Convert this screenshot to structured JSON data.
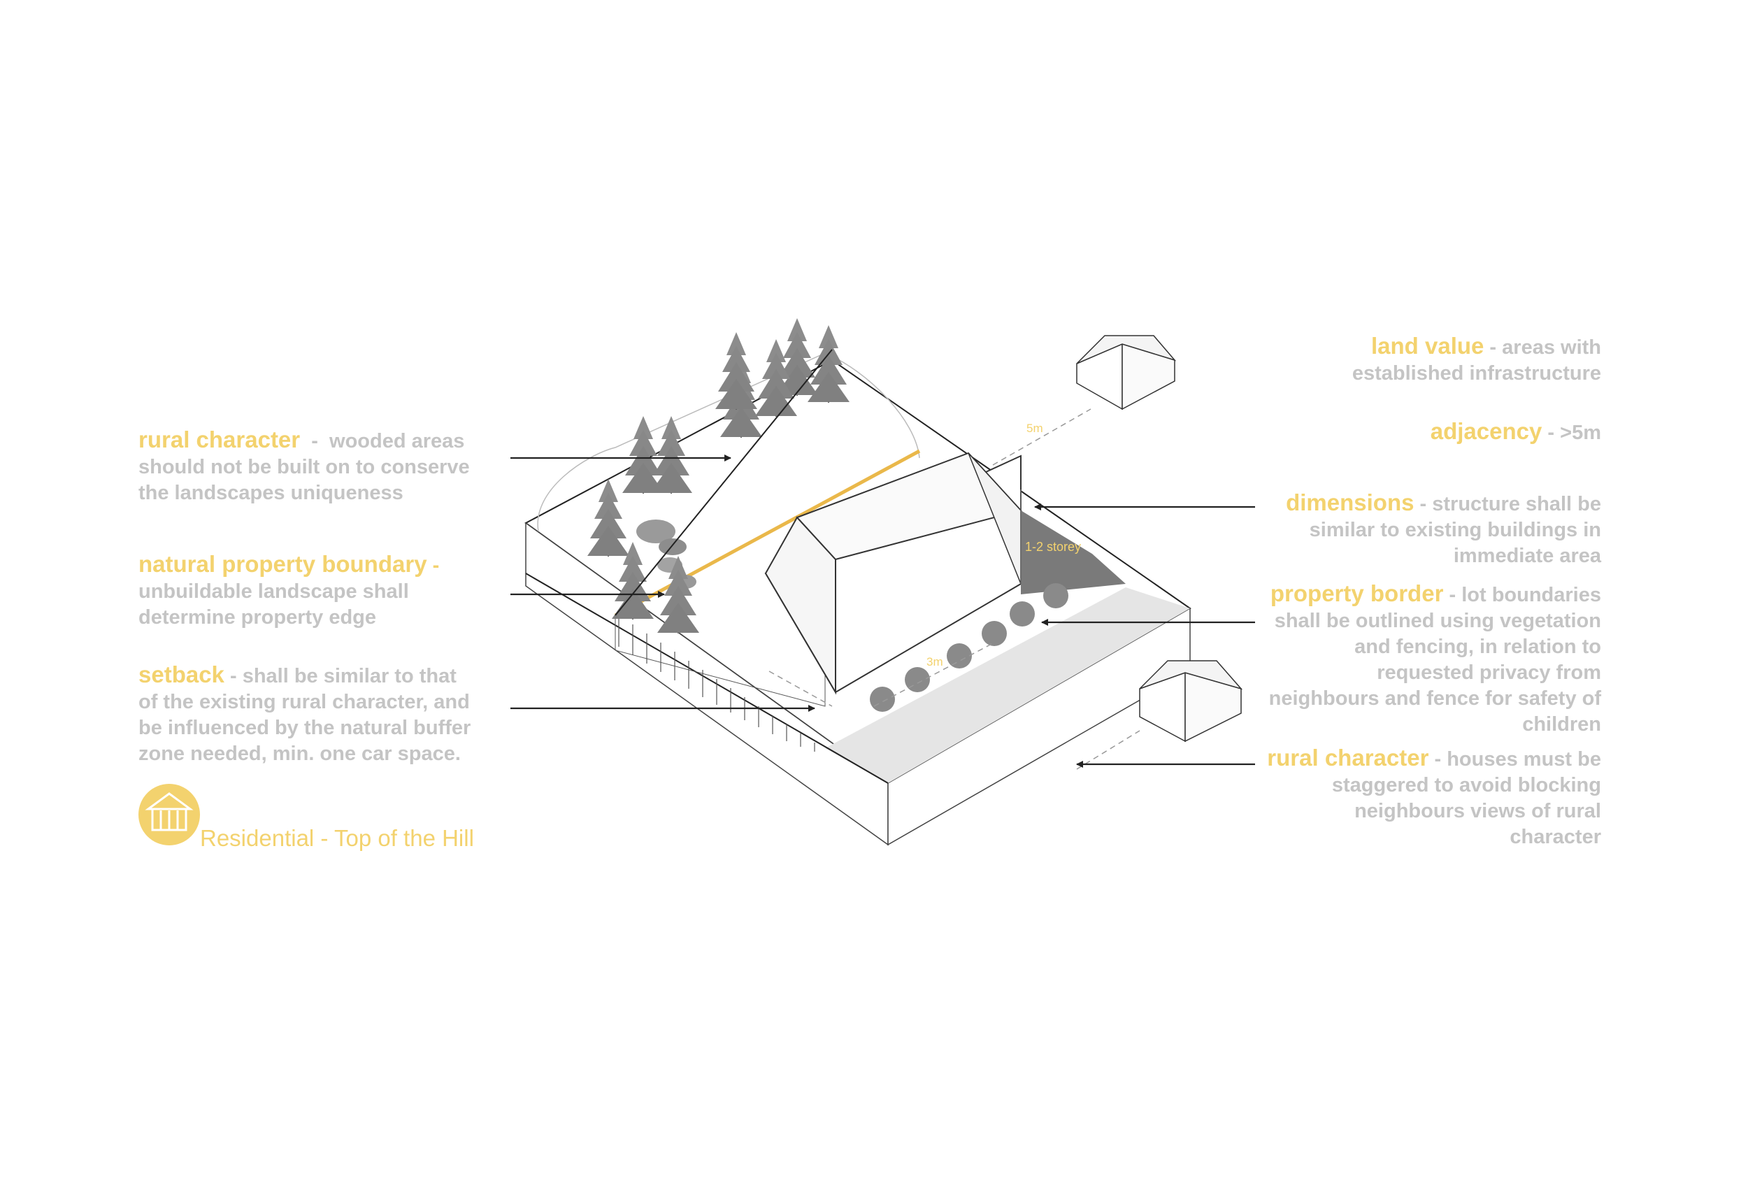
{
  "colors": {
    "accent": "#f3d26e",
    "text_gray": "#c4c4c4",
    "line": "#222222",
    "road": "#e5e5e5",
    "dark_face": "#7a7a7a",
    "tree": "#8a8a8a"
  },
  "left_annotations": [
    {
      "keyword": "rural character",
      "sep": "  -  ",
      "lines": [
        "wooded areas",
        "should not be built on to conserve",
        "the landscapes uniqueness"
      ]
    },
    {
      "keyword": "natural property boundary",
      "sep": " -",
      "lines": [
        "",
        "unbuildable landscape shall",
        "determine property edge"
      ]
    },
    {
      "keyword": "setback",
      "sep": " - ",
      "lines": [
        "shall be similar to that",
        "of the existing rural character, and",
        "be influenced by the natural buffer",
        "zone needed, min. one car space."
      ]
    }
  ],
  "right_annotations": [
    {
      "keyword": "land value",
      "sep": " - ",
      "lines": [
        "areas with",
        "established infrastructure"
      ]
    },
    {
      "keyword": "adjacency",
      "sep": " - ",
      "lines": [
        ">5m"
      ]
    },
    {
      "keyword": "dimensions",
      "sep": " - ",
      "lines": [
        "structure shall be",
        "similar to existing buildings in",
        "immediate area"
      ]
    },
    {
      "keyword": "property border",
      "sep": " - ",
      "lines": [
        "lot boundaries",
        "shall be outlined using vegetation",
        "and fencing, in relation to",
        "requested privacy from",
        "neighbours and fence for safety of",
        "children"
      ]
    },
    {
      "keyword": "rural character",
      "sep": " - ",
      "lines": [
        "houses must be",
        "staggered to avoid blocking",
        "neighbours views of rural",
        "character"
      ]
    }
  ],
  "legend": {
    "icon": "house-icon",
    "label": "Residential - Top of the Hill"
  },
  "diagram_labels": {
    "storey": "1-2 storey",
    "adjacency_dim": "5m",
    "setback_dim": "3m"
  }
}
